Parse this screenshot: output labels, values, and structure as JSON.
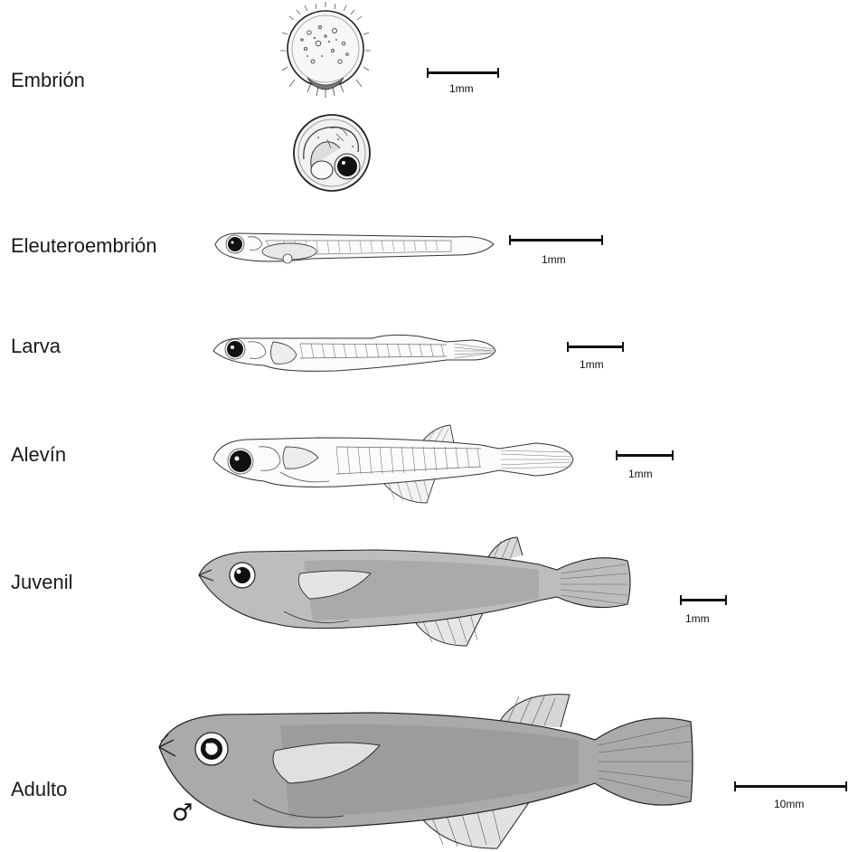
{
  "stages": [
    {
      "label": "Embrión",
      "scale": "1mm"
    },
    {
      "label": "Eleuteroembrión",
      "scale": "1mm"
    },
    {
      "label": "Larva",
      "scale": "1mm"
    },
    {
      "label": "Alevín",
      "scale": "1mm"
    },
    {
      "label": "Juvenil",
      "scale": "1mm"
    },
    {
      "label": "Adulto",
      "scale": "10mm",
      "sex_symbol": "♂"
    }
  ],
  "colors": {
    "ink": "#111111",
    "tone": "#6b6b6b",
    "light": "#bdbdbd"
  }
}
